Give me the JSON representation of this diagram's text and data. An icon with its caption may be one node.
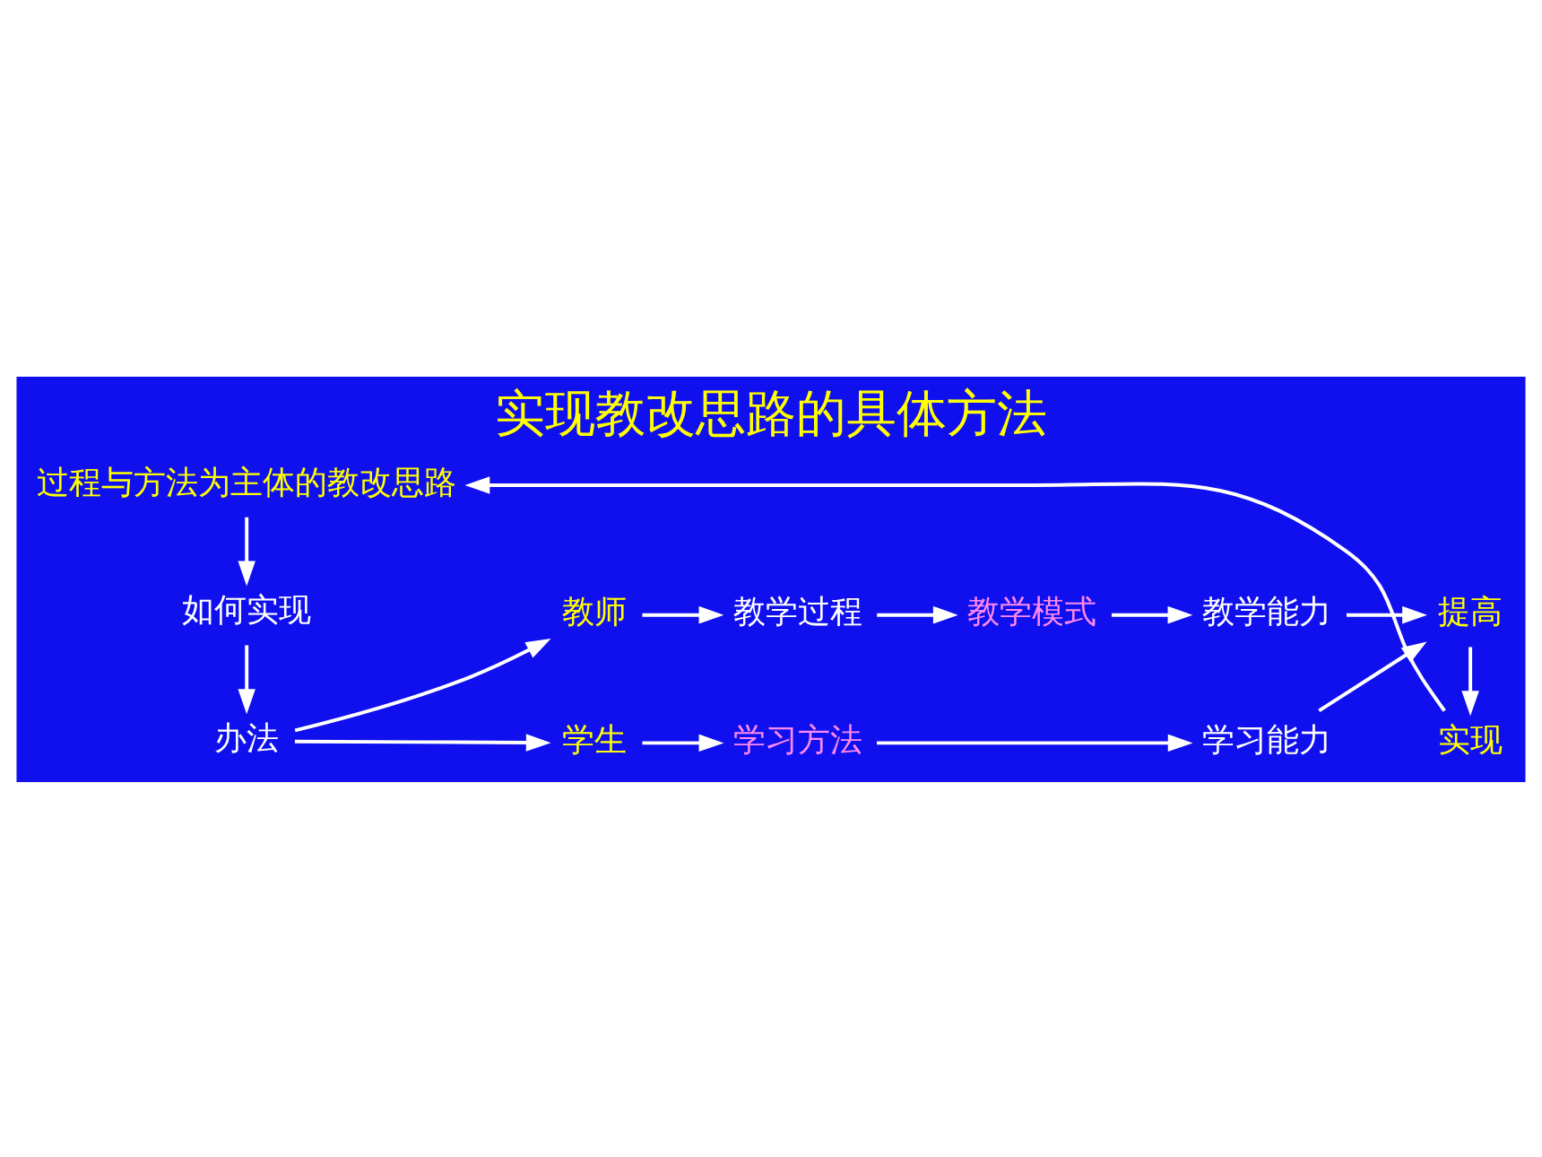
{
  "diagram": {
    "title": "实现教改思路的具体方法",
    "nodes": [
      {
        "text": [
          "过程与方法为主体的教改思路"
        ]
      },
      {
        "text": [
          "实现"
        ]
      },
      {
        "text": [
          "如何实现"
        ]
      },
      {
        "text": [
          "办法"
        ]
      },
      {
        "text": [
          "教师"
        ]
      },
      {
        "text": [
          "教学过程"
        ]
      },
      {
        "text": [
          "教学模式"
        ]
      },
      {
        "text": [
          "教学能力"
        ]
      },
      {
        "text": [
          "学生"
        ]
      },
      {
        "text": [
          "学习方法"
        ]
      },
      {
        "text": [
          "学习能力"
        ]
      },
      {
        "text": [
          "提高"
        ]
      }
    ],
    "edges": [
      {
        "from": 1,
        "to": 0,
        "arrow": "to"
      },
      {
        "from": 0,
        "to": 2,
        "arrow": "to"
      },
      {
        "from": 2,
        "to": 3,
        "arrow": "to"
      },
      {
        "from": 3,
        "to": 4,
        "arrow": "to"
      },
      {
        "from": 3,
        "to": 8,
        "arrow": "to"
      },
      {
        "from": 4,
        "to": 5,
        "arrow": "to"
      },
      {
        "from": 5,
        "to": 6,
        "arrow": "to"
      },
      {
        "from": 6,
        "to": 7,
        "arrow": "to"
      },
      {
        "from": 8,
        "to": 9,
        "arrow": "to"
      },
      {
        "from": 9,
        "to": 10,
        "arrow": "to"
      },
      {
        "from": 7,
        "to": 11,
        "arrow": "to"
      },
      {
        "from": 10,
        "to": 11,
        "arrow": "to"
      },
      {
        "from": 11,
        "to": 1,
        "arrow": "to"
      }
    ]
  }
}
